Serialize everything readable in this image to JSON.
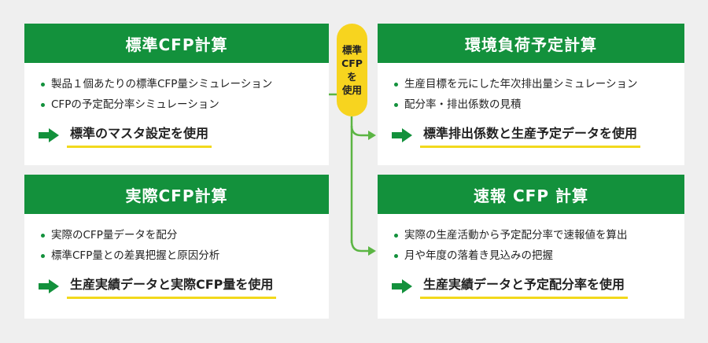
{
  "colors": {
    "header_green": "#13913c",
    "connector_green": "#5bb543",
    "pill_yellow": "#f7d41f",
    "underline_yellow": "#f2d91c"
  },
  "pill": {
    "lines": [
      "標準",
      "CFP",
      "を",
      "使用"
    ]
  },
  "cards": {
    "standard": {
      "title": "標準CFP計算",
      "bullets": [
        "製品１個あたりの標準CFP量シミュレーション",
        "CFPの予定配分率シミュレーション"
      ],
      "use": "標準のマスタ設定を使用"
    },
    "actual": {
      "title": "実際CFP計算",
      "bullets": [
        "実際のCFP量データを配分",
        "標準CFP量との差異把握と原因分析"
      ],
      "use": "生産実績データと実際CFP量を使用"
    },
    "environment": {
      "title": "環境負荷予定計算",
      "bullets": [
        "生産目標を元にした年次排出量シミュレーション",
        "配分率・排出係数の見積"
      ],
      "use": "標準排出係数と生産予定データを使用"
    },
    "flash": {
      "title": "速報 CFP 計算",
      "bullets": [
        "実際の生産活動から予定配分率で速報値を算出",
        "月や年度の落着き見込みの把握"
      ],
      "use": "生産実績データと予定配分率を使用"
    }
  }
}
